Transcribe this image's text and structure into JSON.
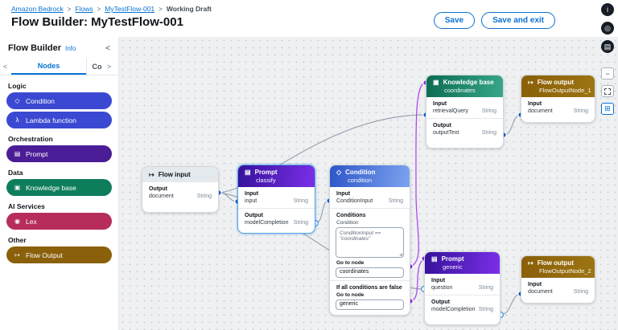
{
  "breadcrumb": {
    "separator": ">",
    "links": [
      "Amazon Bedrock",
      "Flows",
      "MyTestFlow-001"
    ],
    "current": "Working Draft"
  },
  "header": {
    "title": "Flow Builder: MyTestFlow-001",
    "save_label": "Save",
    "save_and_exit_label": "Save and exit"
  },
  "rail": {
    "help_glyph": "i",
    "shortcuts_glyph": "◎",
    "panel_glyph": "▤",
    "zoom_out_glyph": "−",
    "tool_glyph": "⊞"
  },
  "sidebar": {
    "title": "Flow Builder",
    "info_label": "Info",
    "collapse_glyph": "<",
    "tabs": {
      "prev": "<",
      "next": ">",
      "active": "Nodes",
      "truncated": "Co"
    },
    "sections": [
      {
        "label": "Logic",
        "items": [
          {
            "label": "Condition",
            "glyph": "◇",
            "color": "#3b49d2"
          },
          {
            "label": "Lambda function",
            "glyph": "λ",
            "color": "#3b49d2"
          }
        ]
      },
      {
        "label": "Orchestration",
        "items": [
          {
            "label": "Prompt",
            "glyph": "▤",
            "color": "#4a1d96"
          }
        ]
      },
      {
        "label": "Data",
        "items": [
          {
            "label": "Knowledge base",
            "glyph": "▣",
            "color": "#0e7d5c"
          }
        ]
      },
      {
        "label": "AI Services",
        "items": [
          {
            "label": "Lex",
            "glyph": "◉",
            "color": "#b62d5c"
          }
        ]
      },
      {
        "label": "Other",
        "items": [
          {
            "label": "Flow Output",
            "glyph": "↦",
            "color": "#8a600b"
          }
        ]
      }
    ]
  },
  "canvas": {
    "nodes": {
      "flow_input": {
        "icon_glyph": "↦",
        "title": "Flow input",
        "output_label": "Output",
        "output_name": "document",
        "output_type": "String"
      },
      "prompt_classify": {
        "icon_glyph": "▤",
        "title": "Prompt",
        "name": "classify",
        "input_label": "Input",
        "input_name": "input",
        "input_type": "String",
        "output_label": "Output",
        "output_name": "modelCompletion",
        "output_type": "String"
      },
      "condition": {
        "icon_glyph": "◇",
        "title": "Condition",
        "name": "condition",
        "input_label": "Input",
        "input_name": "ConditionInput",
        "input_type": "String",
        "conditions_label": "Conditions",
        "condition_label": "Condition",
        "expression": "ConditionInput ==\n\"coordinates\"",
        "goto_label": "Go to node",
        "goto_value": "coordinates",
        "else_label": "If all conditions are false",
        "else_goto_label": "Go to node",
        "else_goto_value": "generic"
      },
      "knowledge_base": {
        "icon_glyph": "▣",
        "title": "Knowledge base",
        "name": "coordinates",
        "input_label": "Input",
        "input_name": "retrievalQuery",
        "input_type": "String",
        "output_label": "Output",
        "output_name": "outputText",
        "output_type": "String"
      },
      "flow_output_1": {
        "icon_glyph": "↦",
        "title": "Flow output",
        "name": "FlowOutputNode_1",
        "input_label": "Input",
        "input_name": "document",
        "input_type": "String"
      },
      "prompt_generic": {
        "icon_glyph": "▤",
        "title": "Prompt",
        "name": "generic",
        "input_label": "Input",
        "input_name": "question",
        "input_type": "String",
        "output_label": "Output",
        "output_name": "modelCompletion",
        "output_type": "String"
      },
      "flow_output_2": {
        "icon_glyph": "↦",
        "title": "Flow output",
        "name": "FlowOutputNode_2",
        "input_label": "Input",
        "input_name": "document",
        "input_type": "String"
      }
    },
    "edges": [
      {
        "from": "flow_input.document",
        "to": "prompt_classify.input",
        "color": "gray"
      },
      {
        "from": "flow_input.document",
        "to": "knowledge_base.retrievalQuery",
        "color": "gray"
      },
      {
        "from": "flow_input.document",
        "to": "prompt_generic.question",
        "color": "gray"
      },
      {
        "from": "prompt_classify.modelCompletion",
        "to": "condition.ConditionInput",
        "color": "gray"
      },
      {
        "from": "condition.goto_coordinates",
        "to": "knowledge_base",
        "color": "purple"
      },
      {
        "from": "condition.goto_generic",
        "to": "prompt_generic",
        "color": "purple"
      },
      {
        "from": "knowledge_base.outputText",
        "to": "flow_output_1.document",
        "color": "gray"
      },
      {
        "from": "prompt_generic.modelCompletion",
        "to": "flow_output_2.document",
        "color": "gray"
      }
    ]
  },
  "colors": {
    "link_blue": "#0972d3",
    "edge_gray": "#9aa5b1",
    "edge_purple": "#b04aeb",
    "port_blue": "#1b66c9",
    "port_purple": "#8c2ee0",
    "prompt_header": "#5a1fc0",
    "condition_header": "#3f6fd8",
    "knowledge_base_header": "#13866a",
    "flow_output_header": "#8f680d"
  }
}
